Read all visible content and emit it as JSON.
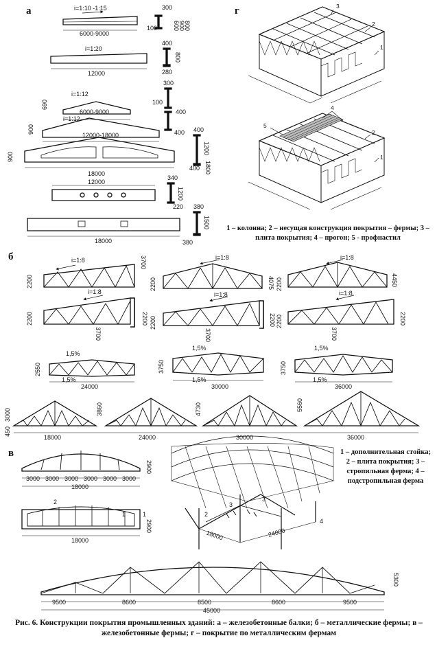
{
  "sections": {
    "a": "а",
    "b": "б",
    "v": "в",
    "g": "г"
  },
  "part_a": {
    "beam1": {
      "slope": "i=1:10 -1:15",
      "span": "6000-9000",
      "dims": [
        "300",
        "100",
        "600",
        "900",
        "800"
      ]
    },
    "beam2": {
      "slope": "i=1:20",
      "span": "12000",
      "dims": [
        "400",
        "800",
        "280"
      ]
    },
    "beam3": {
      "slope": "i=1:12",
      "span": "6000-9000",
      "dims": [
        "690",
        "300",
        "100",
        "400"
      ]
    },
    "beam4": {
      "slope": "i=1:12",
      "span": "12000-18000",
      "dims": [
        "900",
        "400"
      ]
    },
    "beam5": {
      "span": "18000",
      "dims": [
        "900",
        "400",
        "1200",
        "400",
        "1800"
      ]
    },
    "beam6": {
      "span": "12000",
      "dims": [
        "340",
        "1200",
        "220"
      ]
    },
    "beam7": {
      "span": "18000",
      "dims": [
        "380",
        "1500",
        "380"
      ]
    }
  },
  "part_b": {
    "row1": [
      {
        "slope": "i=1:8",
        "left": "2200",
        "right": "3700"
      },
      {
        "slope": "i=1:8",
        "left": "2200",
        "right": "4075"
      },
      {
        "slope": "i=1:8",
        "left": "2200",
        "right": "4450"
      }
    ],
    "row2": [
      {
        "slope": "i=1:8",
        "left": "2200",
        "mid": "3700",
        "right": "2200"
      },
      {
        "slope": "i=1:8",
        "left": "2200",
        "mid": "3700",
        "right": "2200"
      },
      {
        "slope": "i=1:8",
        "left": "2200",
        "mid": "3700",
        "right": "2200"
      }
    ],
    "row3": [
      {
        "slope_top": "1,5%",
        "slope_bottom": "1,5%",
        "height": "2550",
        "span": "24000"
      },
      {
        "slope_top": "1,5%",
        "slope_bottom": "1,5%",
        "height": "3750",
        "span": "30000"
      },
      {
        "slope_top": "1,5%",
        "slope_bottom": "1,5%",
        "height": "3750",
        "span": "36000"
      }
    ],
    "row4": {
      "left_dims": [
        "3000",
        "450"
      ],
      "items": [
        {
          "height": "3860",
          "span": "18000"
        },
        {
          "height": "4730",
          "span": "24000"
        },
        {
          "height": "5560",
          "span": "30000"
        },
        {
          "span": "36000"
        }
      ]
    }
  },
  "part_v": {
    "arch1": {
      "segments": [
        "3000",
        "3000",
        "3000",
        "3000",
        "3000",
        "3000"
      ],
      "span": "18000",
      "height": "2900"
    },
    "arch2": {
      "marks": [
        "2",
        "1"
      ],
      "span": "18000",
      "height": "2900",
      "side": "1"
    },
    "perspective": {
      "spans": [
        "18000",
        "24000"
      ],
      "marks": [
        "3",
        "4",
        "2",
        "3"
      ]
    },
    "arch3": {
      "segments": [
        "9500",
        "8600",
        "8500",
        "8600",
        "9500"
      ],
      "span": "45000",
      "height": "5300"
    },
    "legend": "1 – дополнительная стойка; 2 – плита покрытия; 3 – стропильная ферма; 4 – подстропильная ферма"
  },
  "part_g": {
    "marks_top": [
      "3",
      "2",
      "1"
    ],
    "marks_bottom": [
      "4",
      "5",
      "2",
      "1"
    ],
    "legend": "1 – колонна; 2 – несущая конструкция покрытия – фермы; 3 – плита покрытия; 4 – прогон; 5 - профнастил"
  },
  "caption": "Рис. 6. Конструкции покрытия промышленных зданий: а – железобетонные балки; б – металлические фермы; в – железобетонные фермы; г – покрытие по металлическим фермам"
}
